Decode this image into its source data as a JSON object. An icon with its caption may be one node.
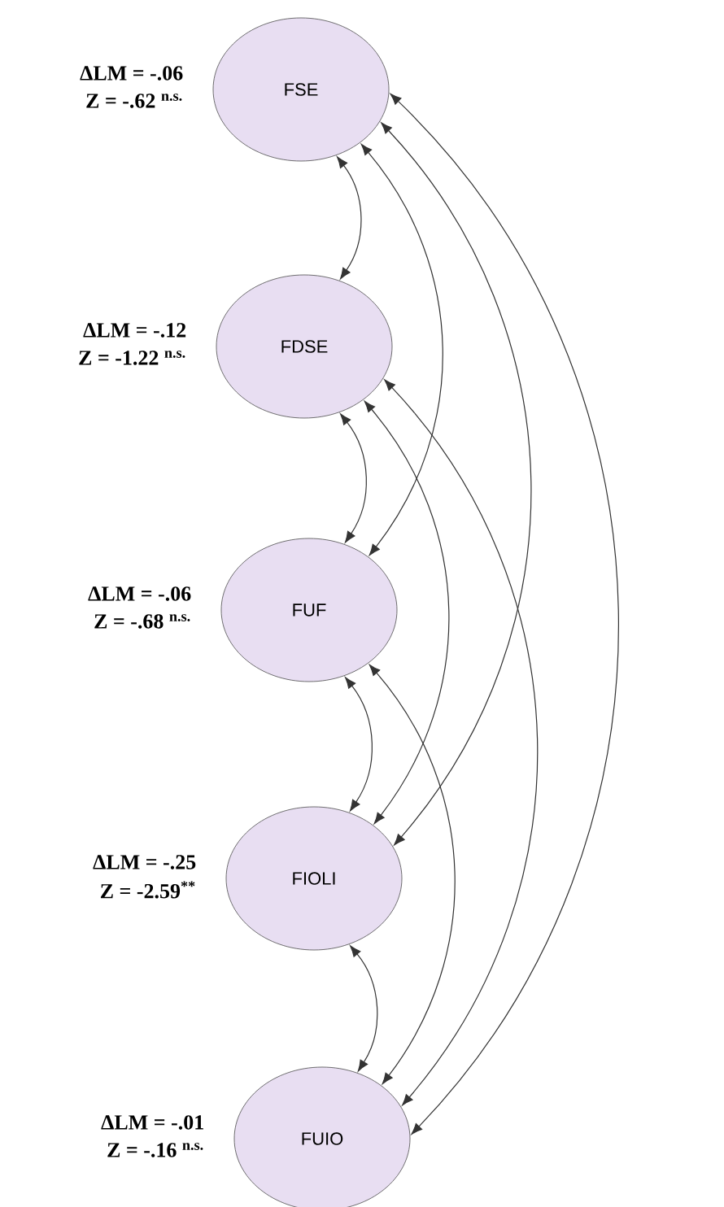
{
  "diagram": {
    "nodes": [
      {
        "text": [
          "FSE"
        ],
        "beside": [
          "ΔLM = -.06",
          "Z = -.62 $^{n.s.}$"
        ]
      },
      {
        "text": [
          "FDSE"
        ],
        "beside": [
          "ΔLM = -.12",
          "Z = -1.22 $^{n.s.}$"
        ]
      },
      {
        "text": [
          "FUF"
        ],
        "beside": [
          "ΔLM = -.06",
          "Z = -.68 $^{n.s.}$"
        ]
      },
      {
        "text": [
          "FIOLI"
        ],
        "beside": [
          "ΔLM = -.25",
          "Z = -2.59$^{**}$"
        ]
      },
      {
        "text": [
          "FUIO"
        ],
        "beside": [
          "ΔLM = -.01",
          "Z = -.16 $^{n.s.}$"
        ]
      }
    ],
    "edges": [
      {
        "from": 0,
        "to": 1,
        "arrow": "both"
      },
      {
        "from": 0,
        "to": 2,
        "arrow": "both"
      },
      {
        "from": 0,
        "to": 3,
        "arrow": "both"
      },
      {
        "from": 0,
        "to": 4,
        "arrow": "both"
      },
      {
        "from": 1,
        "to": 2,
        "arrow": "both"
      },
      {
        "from": 1,
        "to": 3,
        "arrow": "both"
      },
      {
        "from": 1,
        "to": 4,
        "arrow": "both"
      },
      {
        "from": 2,
        "to": 3,
        "arrow": "both"
      },
      {
        "from": 2,
        "to": 4,
        "arrow": "both"
      },
      {
        "from": 3,
        "to": 4,
        "arrow": "both"
      }
    ]
  }
}
